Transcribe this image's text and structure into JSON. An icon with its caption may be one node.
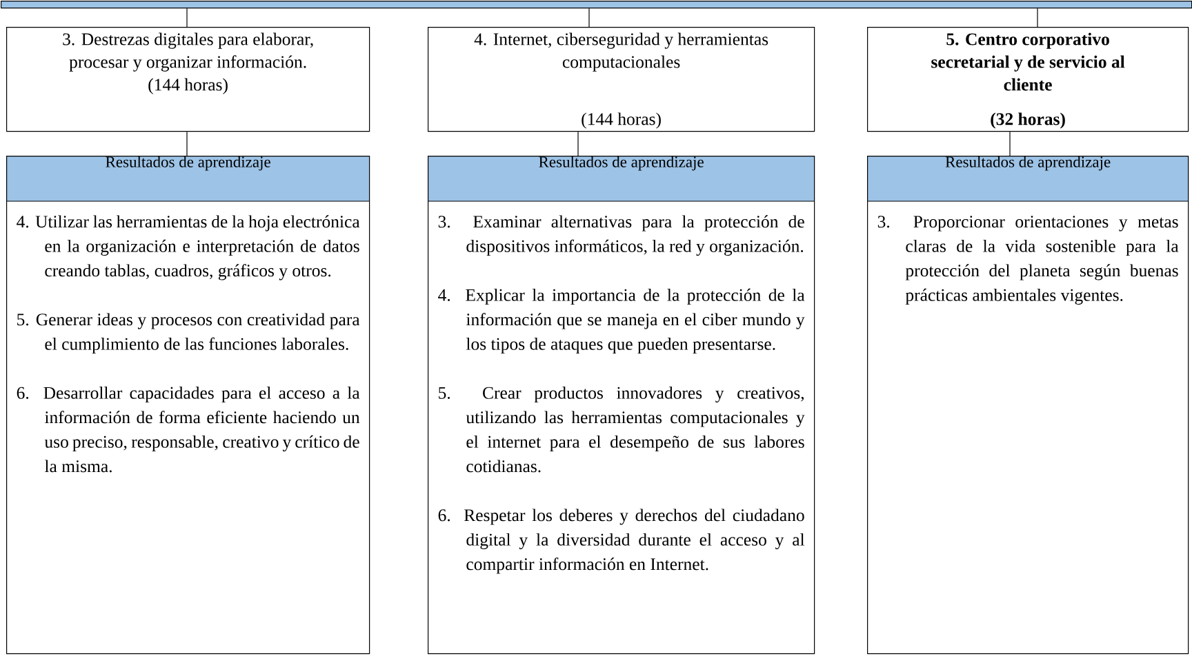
{
  "diagram": {
    "nodes": [
      {
        "text": [],
        "shape": "bar"
      },
      {
        "text": [
          "3. Destrezas digitales para elaborar, procesar y organizar información.",
          "(144 horas)"
        ]
      },
      {
        "text": [
          "4. Internet, ciberseguridad y herramientas computacionales",
          "(144 horas)"
        ]
      },
      {
        "text": [
          "5. Centro corporativo secretarial y de servicio al cliente",
          "(32 horas)"
        ]
      },
      {
        "text": [
          "Resultados de aprendizaje",
          "4. Utilizar las herramientas de la hoja electrónica en la organización e interpretación de datos creando tablas, cuadros, gráficos y otros.",
          "5. Generar ideas y procesos con creatividad para el cumplimiento de las funciones laborales.",
          "6. Desarrollar capacidades para el acceso a la información de forma eficiente haciendo un uso preciso, responsable, creativo y crítico de la misma."
        ]
      },
      {
        "text": [
          "Resultados de aprendizaje",
          "3. Examinar alternativas para la protección de dispositivos informáticos, la red y organización.",
          "4. Explicar la importancia de la protección de la información que se maneja en el ciber mundo y los tipos de ataques que pueden presentarse.",
          "5. Crear productos innovadores y creativos, utilizando las herramientas computacionales y el internet para el desempeño de sus labores cotidianas.",
          "6. Respetar los deberes y derechos del ciudadano digital y la diversidad durante el acceso y al compartir información en Internet."
        ]
      },
      {
        "text": [
          "Resultados de aprendizaje",
          "3. Proporcionar orientaciones y metas claras de la vida sostenible para la protección del planeta según buenas prácticas ambientales vigentes."
        ]
      }
    ],
    "edges": [
      {
        "from": 0,
        "to": 1,
        "arrow": "none"
      },
      {
        "from": 0,
        "to": 2,
        "arrow": "none"
      },
      {
        "from": 0,
        "to": 3,
        "arrow": "none"
      },
      {
        "from": 1,
        "to": 4,
        "arrow": "none"
      },
      {
        "from": 2,
        "to": 5,
        "arrow": "none"
      },
      {
        "from": 3,
        "to": 6,
        "arrow": "none"
      }
    ]
  }
}
